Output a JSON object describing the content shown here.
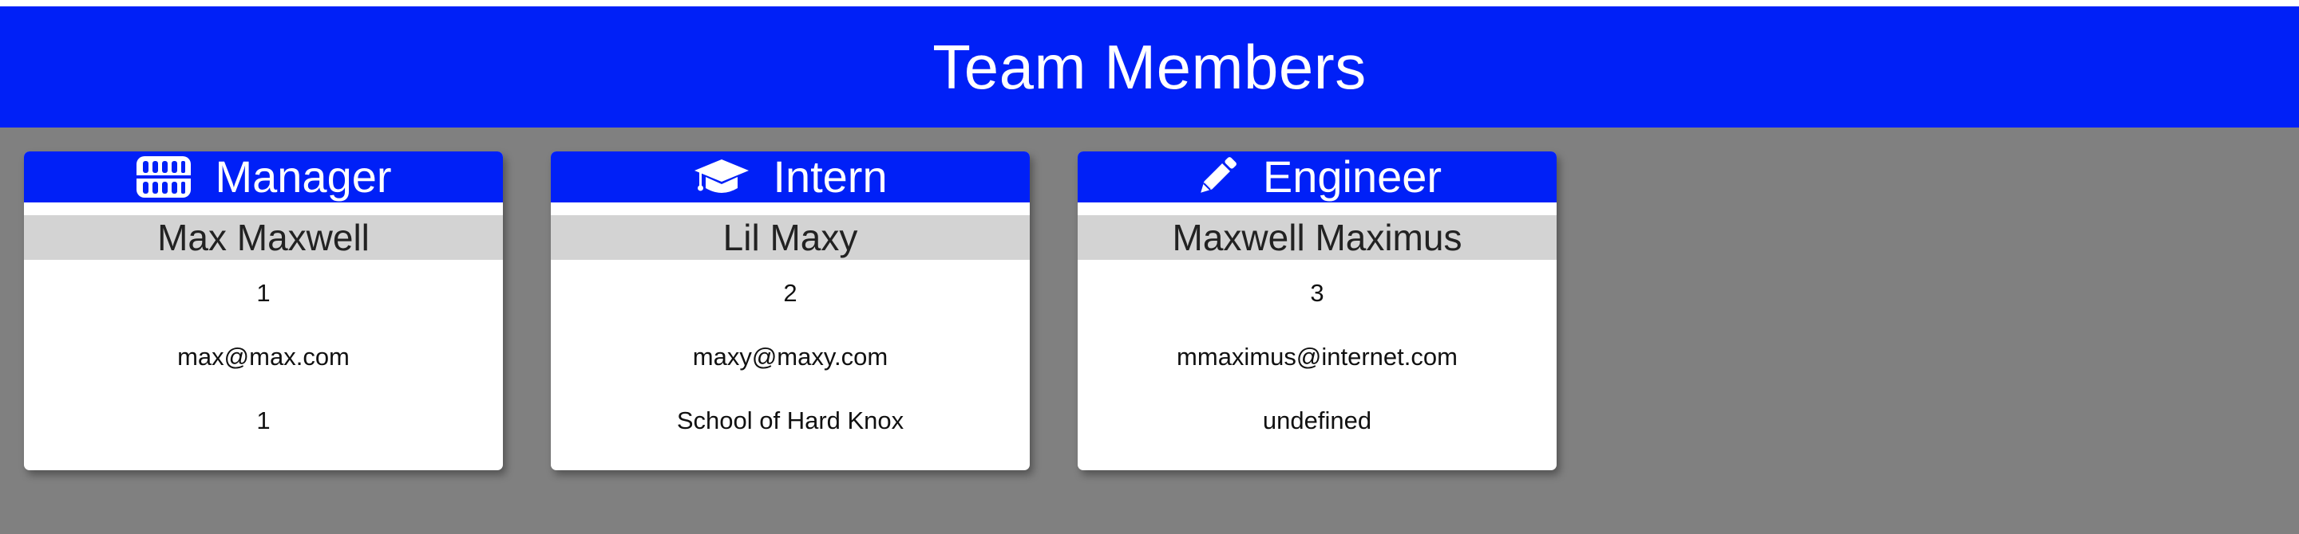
{
  "header": {
    "title": "Team Members"
  },
  "colors": {
    "brand_blue": "#0020f7",
    "background_gray": "#808080",
    "name_band_gray": "#d3d3d3",
    "card_white": "#ffffff"
  },
  "cards": [
    {
      "role": "Manager",
      "icon": "manager-icon",
      "name": "Max Maxwell",
      "id": "1",
      "email": "max@max.com",
      "extra": "1"
    },
    {
      "role": "Intern",
      "icon": "graduation-cap-icon",
      "name": "Lil Maxy",
      "id": "2",
      "email": "maxy@maxy.com",
      "extra": "School of Hard Knox"
    },
    {
      "role": "Engineer",
      "icon": "pencil-icon",
      "name": "Maxwell Maximus",
      "id": "3",
      "email": "mmaximus@internet.com",
      "extra": "undefined"
    }
  ]
}
